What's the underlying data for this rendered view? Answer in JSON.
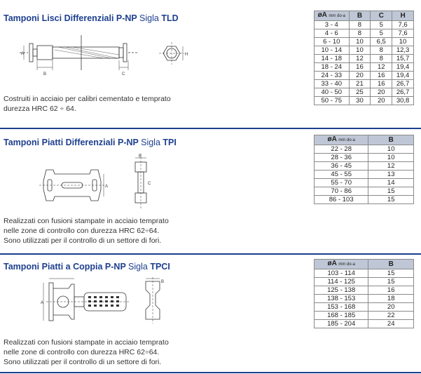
{
  "sections": [
    {
      "title": "Tamponi Lisci Differenziali P-NP",
      "sigla_label": "Sigla",
      "code": "TLD",
      "description_lines": [
        "Costruiti in acciaio per calibri cementato e temprato",
        "durezza HRC 62 ÷ 64."
      ],
      "drawing_labels": {
        "a": "A",
        "b": "B",
        "c": "C",
        "h": "H"
      },
      "table": {
        "headers": [
          "øA",
          "mm do-a",
          "B",
          "C",
          "H"
        ],
        "rows": [
          [
            "3 - 4",
            "8",
            "5",
            "7,6"
          ],
          [
            "4 - 6",
            "8",
            "5",
            "7,6"
          ],
          [
            "6 - 10",
            "10",
            "6,5",
            "10"
          ],
          [
            "10 - 14",
            "10",
            "8",
            "12,3"
          ],
          [
            "14 - 18",
            "12",
            "8",
            "15,7"
          ],
          [
            "18 - 24",
            "16",
            "12",
            "19,4"
          ],
          [
            "24 - 33",
            "20",
            "16",
            "19,4"
          ],
          [
            "33 - 40",
            "21",
            "16",
            "26,7"
          ],
          [
            "40 - 50",
            "25",
            "20",
            "26,7"
          ],
          [
            "50 - 75",
            "30",
            "20",
            "30,8"
          ]
        ]
      }
    },
    {
      "title": "Tamponi Piatti Differenziali P-NP",
      "sigla_label": "Sigla",
      "code": "TPI",
      "description_lines": [
        "Realizzati con fusioni stampate in acciaio  temprato",
        "nelle zone di controllo con durezza HRC 62÷64.",
        "Sono utilizzati per il controllo di un settore di fori."
      ],
      "drawing_labels": {
        "a": "A",
        "b": "B",
        "c": "C"
      },
      "table": {
        "headers": [
          "øA",
          "mm do-a",
          "B"
        ],
        "rows": [
          [
            "22 - 28",
            "10"
          ],
          [
            "28 - 36",
            "10"
          ],
          [
            "36 - 45",
            "12"
          ],
          [
            "45 - 55",
            "13"
          ],
          [
            "55 - 70",
            "14"
          ],
          [
            "70 - 86",
            "15"
          ],
          [
            "86 - 103",
            "15"
          ]
        ]
      }
    },
    {
      "title": "Tamponi Piatti a Coppia P-NP",
      "sigla_label": "Sigla",
      "code": "TPCI",
      "description_lines": [
        "Realizzati con fusioni stampate in acciaio  temprato",
        "nelle zone di controllo con durezza HRC 62÷64.",
        "Sono utilizzati per il controllo di un settore di fori."
      ],
      "drawing_labels": {
        "a": "A",
        "b": "B"
      },
      "table": {
        "headers": [
          "øA",
          "mm do-a",
          "B"
        ],
        "rows": [
          [
            "103 - 114",
            "15"
          ],
          [
            "114 - 125",
            "15"
          ],
          [
            "125 - 138",
            "16"
          ],
          [
            "138 - 153",
            "18"
          ],
          [
            "153 - 168",
            "20"
          ],
          [
            "168 - 185",
            "22"
          ],
          [
            "185 - 204",
            "24"
          ]
        ]
      }
    }
  ],
  "colors": {
    "title_blue": "#1d3f8f",
    "header_fill": "#bfc7d6"
  }
}
